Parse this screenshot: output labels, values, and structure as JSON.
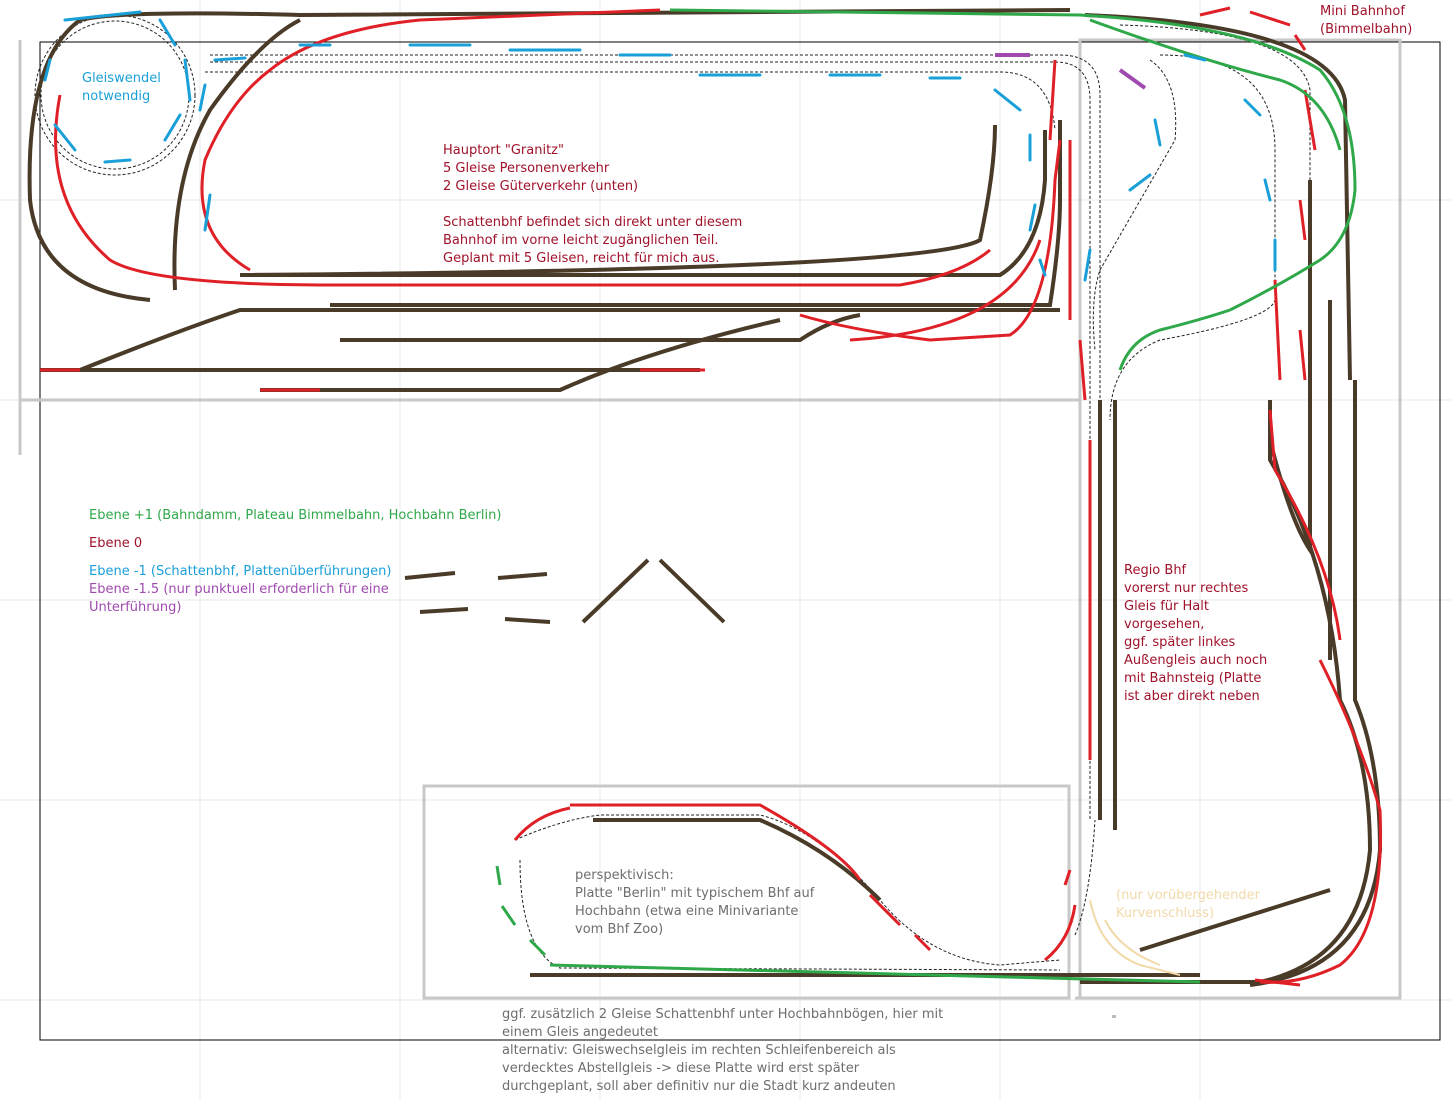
{
  "labels": {
    "mini_bahnhof": [
      "Mini Bahnhof",
      "(Bimmelbahn)"
    ],
    "gleiswendel": [
      "Gleiswendel",
      "notwendig"
    ],
    "hauptort": [
      "Hauptort \"Granitz\"",
      "5 Gleise Personenverkehr",
      "2 Gleise Güterverkehr (unten)",
      "",
      "Schattenbhf befindet sich direkt unter diesem",
      "Bahnhof im vorne leicht zugänglichen Teil.",
      "Geplant mit 5 Gleisen, reicht für mich aus."
    ],
    "regio": [
      "Regio Bhf",
      "vorerst nur rechtes",
      "Gleis für Halt",
      "vorgesehen,",
      "ggf. später linkes",
      "Außengleis auch noch",
      "mit Bahnsteig (Platte",
      "ist aber direkt neben"
    ],
    "berlin": [
      "perspektivisch:",
      "Platte \"Berlin\" mit typischem Bhf auf",
      "Hochbahn (etwa eine Minivariante",
      "vom Bhf Zoo)"
    ],
    "kurvenschluss": [
      "(nur vorübergehender",
      "Kurvenschluss)"
    ],
    "bottom_note": [
      "ggf. zusätzlich 2 Gleise Schattenbhf unter Hochbahnbögen, hier mit",
      "einem Gleis angedeutet",
      "alternativ: Gleiswechselgleis im rechten Schleifenbereich als",
      "verdecktes Abstellgleis -> diese Platte wird erst später",
      "durchgeplant, soll aber definitiv nur die Stadt kurz andeuten"
    ]
  },
  "legend": {
    "ebene_plus1": "Ebene +1 (Bahndamm, Plateau Bimmelbahn, Hochbahn Berlin)",
    "ebene_0": "Ebene 0",
    "ebene_minus1": "Ebene -1 (Schattenbhf, Plattenüberführungen)",
    "ebene_minus15": [
      "Ebene -1.5 (nur punktuell erforderlich für eine",
      "Unterführung)"
    ]
  },
  "colors": {
    "ebene_plus1": "#2fa84a",
    "ebene_0": "#e02027",
    "ebene_minus1": "#1aa0d8",
    "ebene_minus15": "#a04ab0",
    "label_red": "#a0122a",
    "track": "#4a3b28"
  }
}
